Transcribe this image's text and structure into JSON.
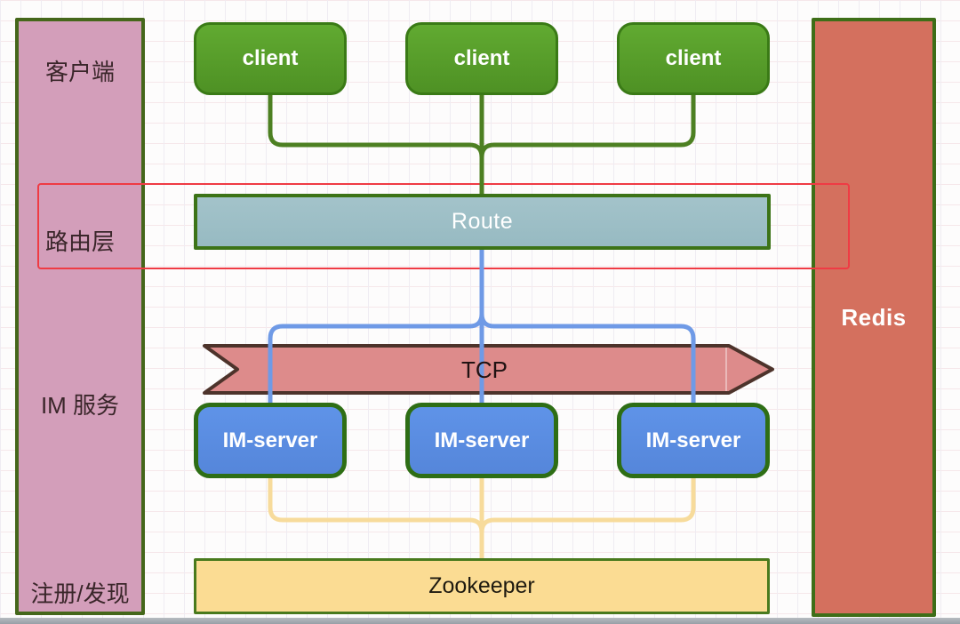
{
  "sidebar": {
    "labels": [
      "客户端",
      "路由层",
      "IM 服务",
      "注册/发现"
    ]
  },
  "clients": {
    "labels": [
      "client",
      "client",
      "client"
    ]
  },
  "route": {
    "label": "Route"
  },
  "tcp": {
    "label": "TCP"
  },
  "im_servers": {
    "labels": [
      "IM-server",
      "IM-server",
      "IM-server"
    ]
  },
  "zookeeper": {
    "label": "Zookeeper"
  },
  "redis": {
    "label": "Redis"
  },
  "colors": {
    "sidebar_pink": "#d39eba",
    "client_green": "#57a12b",
    "route_teal": "#9dbfc7",
    "tcp_salmon": "#dd8b8b",
    "tcp_border_brown": "#4d332b",
    "im_server_blue": "#5a8ee2",
    "zookeeper_yellow": "#fbdc93",
    "redis_terracotta": "#d4705e",
    "red_highlight": "#ef3b44",
    "box_border_green": "#3e6e18",
    "connector_green": "#4d8022",
    "connector_blue": "#6f9ae6",
    "connector_yellow": "#f7db9b"
  }
}
